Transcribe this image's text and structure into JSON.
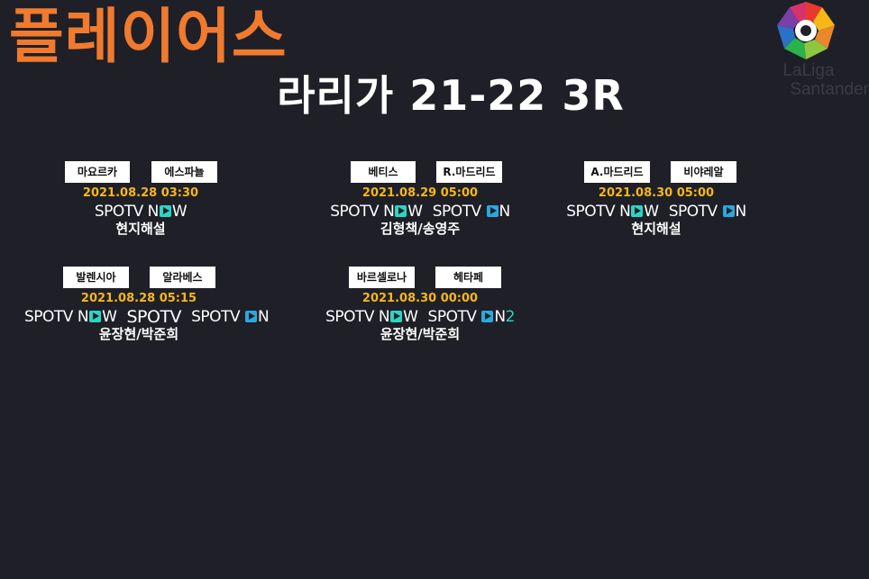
{
  "brand": "플레이어스",
  "title": "라리가 21-22 3R",
  "logo": {
    "line1": "LaLiga",
    "line2": "Santander"
  },
  "matches": [
    {
      "home": "마요르카",
      "away": "에스파뇰",
      "time": "2021.08.28 03:30",
      "channels": [
        {
          "prefix": "SPOTV N",
          "suffix": "W",
          "icon": "now"
        }
      ],
      "caster": "현지해설"
    },
    {
      "home": "베티스",
      "away": "R.마드리드",
      "time": "2021.08.29 05:00",
      "channels": [
        {
          "prefix": "SPOTV N",
          "suffix": "W",
          "icon": "now"
        },
        {
          "prefix": "SPOTV ",
          "suffix": "N",
          "icon": "on"
        }
      ],
      "caster": "김형책/송영주"
    },
    {
      "home": "A.마드리드",
      "away": "비야레알",
      "time": "2021.08.30 05:00",
      "channels": [
        {
          "prefix": "SPOTV N",
          "suffix": "W",
          "icon": "now"
        },
        {
          "prefix": "SPOTV ",
          "suffix": "N",
          "icon": "on"
        }
      ],
      "caster": "현지해설"
    },
    {
      "home": "발렌시아",
      "away": "알라베스",
      "time": "2021.08.28 05:15",
      "channels": [
        {
          "prefix": "SPOTV N",
          "suffix": "W",
          "icon": "now"
        },
        {
          "prefix": "SPOTV",
          "suffix": "",
          "icon": "none"
        },
        {
          "prefix": "SPOTV ",
          "suffix": "N",
          "icon": "on"
        }
      ],
      "caster": "윤장현/박준희"
    },
    {
      "home": "바르셀로나",
      "away": "헤타페",
      "time": "2021.08.30 00:00",
      "channels": [
        {
          "prefix": "SPOTV N",
          "suffix": "W",
          "icon": "now"
        },
        {
          "prefix": "SPOTV ",
          "suffix": "N2",
          "icon": "on"
        }
      ],
      "caster": "윤장현/박준희"
    }
  ]
}
